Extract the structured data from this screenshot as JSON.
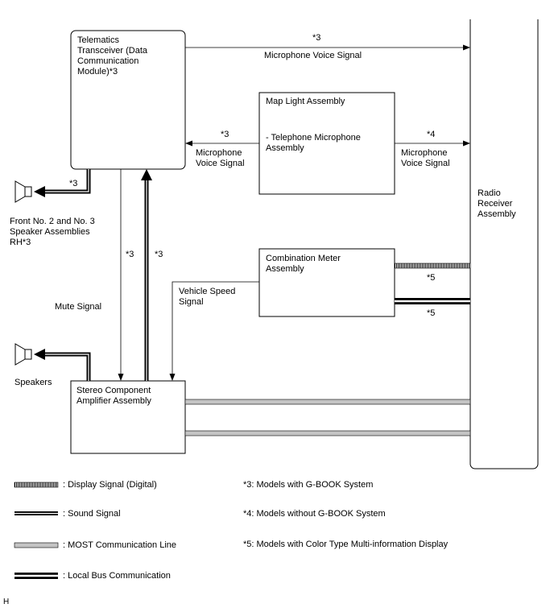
{
  "boxes": {
    "telematics": "Telematics\nTransceiver (Data\nCommunication\nModule)*3",
    "map_light_title": "Map Light Assembly",
    "map_light_sub": "- Telephone Microphone\nAssembly",
    "combination_meter": "Combination Meter\nAssembly",
    "stereo_amp": "Stereo Component\nAmplifier Assembly",
    "radio_receiver": "Radio\nReceiver\nAssembly"
  },
  "signals": {
    "top_note": "*3",
    "top_signal": "Microphone Voice Signal",
    "left_mic_note": "*3",
    "left_mic_signal": "Microphone\nVoice Signal",
    "right_mic_note": "*4",
    "right_mic_signal": "Microphone\nVoice Signal",
    "front_speaker_note": "*3",
    "front_speakers": "Front No. 2 and No. 3\nSpeaker Assemblies\nRH*3",
    "mute_note": "*3",
    "sound_note": "*3",
    "mute_signal": "Mute Signal",
    "vehicle_speed": "Vehicle Speed\nSignal",
    "display_note": "*5",
    "local_bus_note": "*5",
    "speakers": "Speakers"
  },
  "legend": [
    {
      "type": "display",
      "label": ": Display Signal (Digital)"
    },
    {
      "type": "sound",
      "label": ": Sound Signal"
    },
    {
      "type": "most",
      "label": ": MOST Communication Line"
    },
    {
      "type": "localbus",
      "label": ": Local Bus Communication"
    }
  ],
  "notes": [
    "*3: Models with G-BOOK System",
    "*4: Models without G-BOOK System",
    "*5: Models with Color Type Multi-information Display"
  ],
  "corner_letter": "H"
}
